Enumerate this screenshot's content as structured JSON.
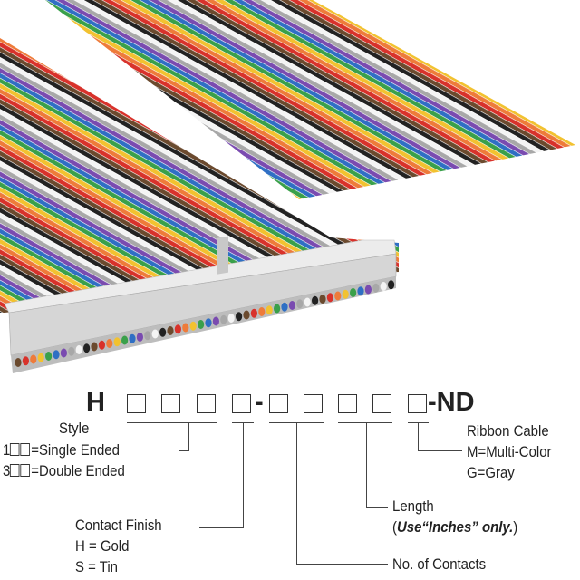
{
  "part_number": {
    "prefix": "H",
    "separator": "-",
    "suffix": "-ND"
  },
  "style": {
    "title": "Style",
    "option1_prefix": "1",
    "option1_label": "=Single Ended",
    "option2_prefix": "3",
    "option2_label": "=Double Ended"
  },
  "contact_finish": {
    "title": "Contact Finish",
    "option1": "H = Gold",
    "option2": "S = Tin"
  },
  "contacts": {
    "title": "No. of Contacts"
  },
  "length": {
    "title": "Length",
    "note_open": "(",
    "note_bold": "Use“Inches” only.",
    "note_close": ")"
  },
  "ribbon": {
    "title": "Ribbon Cable",
    "option1": "M=Multi-Color",
    "option2": "G=Gray"
  },
  "colors": {
    "wires": [
      "#6b4a2e",
      "#d8322b",
      "#ee7b3a",
      "#f2c230",
      "#3aa04a",
      "#2f6fc4",
      "#7a4bb0",
      "#a8a8a8",
      "#f4f4f4",
      "#222222"
    ],
    "connector": "#d9d9d9"
  }
}
